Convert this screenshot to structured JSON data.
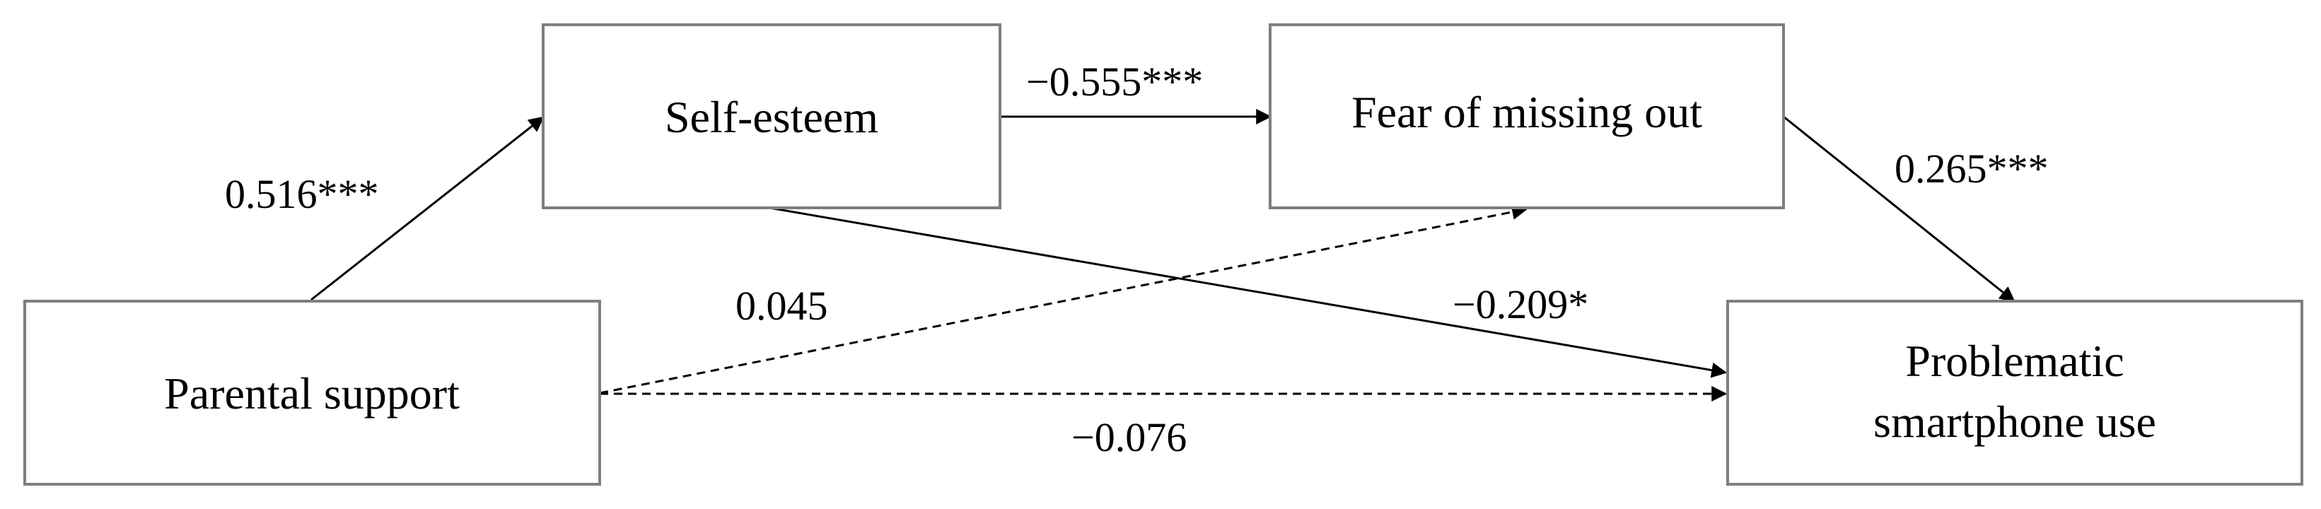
{
  "nodes": {
    "parental_support": "Parental support",
    "self_esteem": "Self-esteem",
    "fomo": "Fear of missing out",
    "problematic_line1": "Problematic",
    "problematic_line2": "smartphone use"
  },
  "paths": {
    "ps_to_se": {
      "coef": "0.516***",
      "style": "solid"
    },
    "se_to_fomo": {
      "coef": "−0.555***",
      "style": "solid"
    },
    "fomo_to_psu": {
      "coef": "0.265***",
      "style": "solid"
    },
    "se_to_psu": {
      "coef": "−0.209*",
      "style": "solid"
    },
    "ps_to_fomo": {
      "coef": "0.045",
      "style": "dashed"
    },
    "ps_to_psu": {
      "coef": "−0.076",
      "style": "dashed"
    }
  },
  "colors": {
    "box_border": "#7f7f7f",
    "line": "#000000",
    "text": "#000000"
  }
}
